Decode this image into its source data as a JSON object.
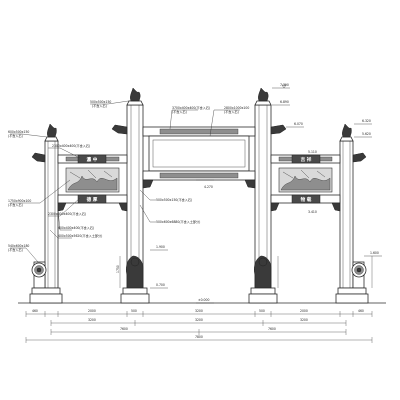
{
  "plaques": {
    "left_upper": "瀛 中",
    "left_lower": "德 厚",
    "right_upper": "吉 祥",
    "right_lower": "物 载"
  },
  "annotations": [
    {
      "id": "a_500x500x150",
      "text": "500x500x150",
      "sub": "(不含入石)"
    },
    {
      "id": "a_3700",
      "text": "3700x400x400(不含入石)",
      "sub": "(不含入石)"
    },
    {
      "id": "a_2800",
      "text": "2800x1000x100",
      "sub": "(不含入石)"
    },
    {
      "id": "a_600",
      "text": "600x500x150",
      "sub": "(不含入石)"
    },
    {
      "id": "a_2300_top",
      "text": "2300x400x400(不含入石)",
      "sub": ""
    },
    {
      "id": "a_1750",
      "text": "1750x900x100",
      "sub": "(不含入石)"
    },
    {
      "id": "a_2300_low",
      "text": "2300x400x400(不含入石)",
      "sub": ""
    },
    {
      "id": "a_400x400",
      "text": "400x400x400(不含入石)",
      "sub": ""
    },
    {
      "id": "a_400x500",
      "text": "400x500x5620(不含入土部分)",
      "sub": ""
    },
    {
      "id": "a_540",
      "text": "540x600x180",
      "sub": "(不含入石)"
    },
    {
      "id": "a_500x500x150b",
      "text": "500x500x150(不含入石)",
      "sub": ""
    },
    {
      "id": "a_500x600",
      "text": "500x600x6880(不含入土部分)",
      "sub": ""
    }
  ],
  "elevations": [
    {
      "id": "e_7390",
      "text": "7.390"
    },
    {
      "id": "e_6890",
      "text": "6.890"
    },
    {
      "id": "e_6320",
      "text": "6.320"
    },
    {
      "id": "e_6070",
      "text": "6.070"
    },
    {
      "id": "e_5620",
      "text": "5.620"
    },
    {
      "id": "e_5110",
      "text": "5.110"
    },
    {
      "id": "e_4270",
      "text": "4.270"
    },
    {
      "id": "e_3410",
      "text": "3.410"
    },
    {
      "id": "e_1900",
      "text": "1.900"
    },
    {
      "id": "e_1600",
      "text": "1.600"
    },
    {
      "id": "e_0700",
      "text": "0.700"
    },
    {
      "id": "e_0000",
      "text": "±0.000"
    }
  ],
  "dimensions": {
    "seg1": "460",
    "seg2": "2000",
    "seg3": "500",
    "seg4": "3200",
    "seg5": "500",
    "seg6": "2000",
    "seg7": "460",
    "mid_left": "3200",
    "mid_center": "3200",
    "mid_right": "3200",
    "total_left": "7600",
    "total_right": "7600",
    "bottom": "7800",
    "left_v": "1750"
  }
}
